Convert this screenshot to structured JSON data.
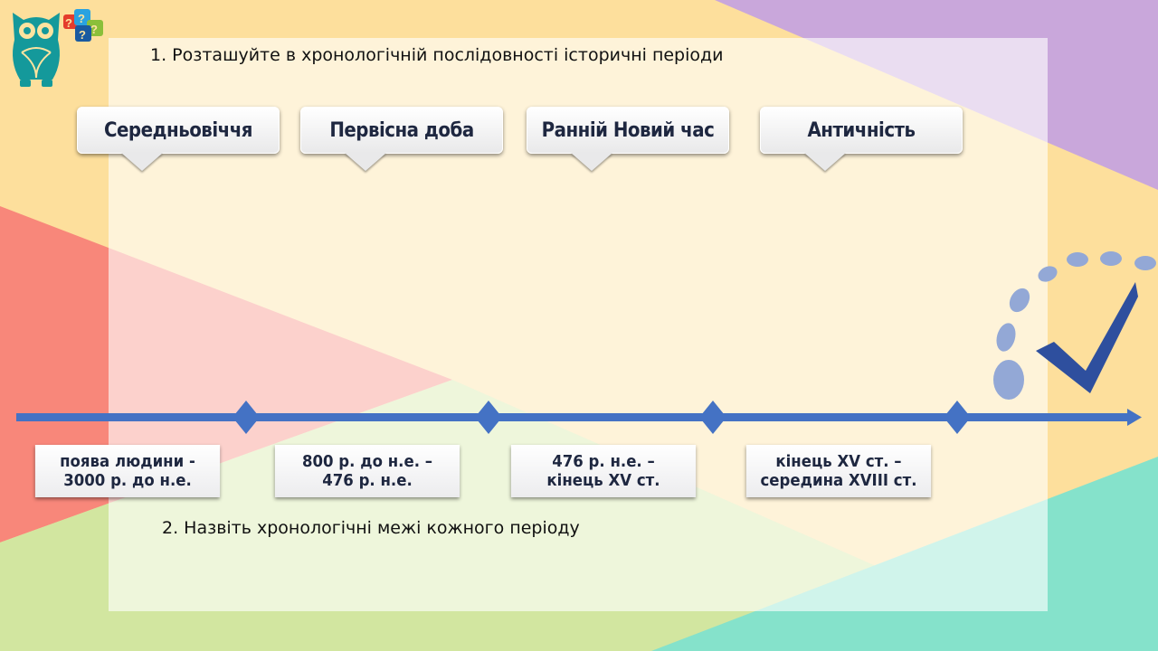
{
  "task1": "1. Розташуйте в хронологічній послідовності історичні періоди",
  "task2": "2. Назвіть хронологічні межі кожного періоду",
  "periods": [
    "Середньовіччя",
    "Первісна доба",
    "Ранній Новий час",
    "Античність"
  ],
  "dates": [
    "поява людини -\n3000 р. до н.е.",
    "800 р. до н.е. –\n476 р. н.е.",
    "476 р. н.е. –\nкінець XV ст.",
    "кінець XV ст. –\nсередина XVIII ст."
  ],
  "logo": {
    "marks": "???"
  },
  "colors": {
    "timeline": "#4472c4",
    "check": "#2e4f9e",
    "dots": "#93a8d6"
  }
}
